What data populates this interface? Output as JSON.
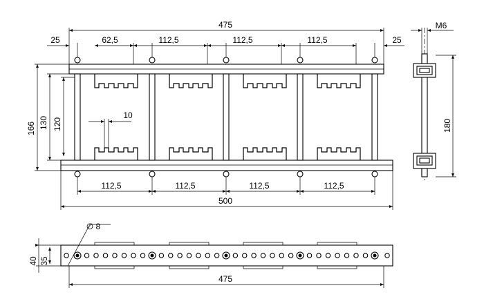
{
  "front_view": {
    "overall_top": "475",
    "edge_left": "25",
    "pitch_first": "62,5",
    "pitch_top": [
      "112,5",
      "112,5",
      "112,5"
    ],
    "edge_right": "25",
    "height_outer": "166",
    "height_mid": "130",
    "height_inner": "120",
    "slot_width": "10",
    "pitch_bottom": [
      "112,5",
      "112,5",
      "112,5",
      "112,5"
    ],
    "overall_bottom": "500"
  },
  "side_view": {
    "thread": "M6",
    "height": "180"
  },
  "plan_view": {
    "hole_diameter": "∅ 8",
    "width_outer": "40",
    "width_inner": "35",
    "length": "475"
  }
}
